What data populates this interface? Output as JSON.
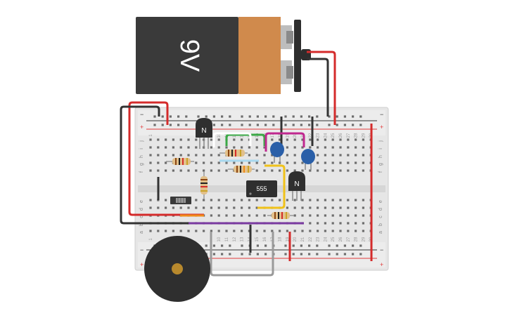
{
  "battery": {
    "label": "9V",
    "body_color": "#3a3a3a",
    "cap_color": "#d08a4c"
  },
  "breadboard": {
    "body_color": "#e9e9e9",
    "power_plus_color": "#e03a3a",
    "power_minus_color": "#333333",
    "rail_plus_symbol": "+",
    "rail_minus_symbol": "−",
    "row_letters_top": [
      "j",
      "i",
      "h",
      "g",
      "f"
    ],
    "row_letters_bottom": [
      "e",
      "d",
      "c",
      "b",
      "a"
    ],
    "column_numbers_top": [
      "1",
      "",
      "",
      "",
      "",
      "",
      "",
      "",
      "",
      "10",
      "11",
      "12",
      "13",
      "14",
      "15",
      "16",
      "17",
      "18",
      "19",
      "20",
      "21",
      "22",
      "23",
      "24",
      "25",
      "26",
      "27",
      "28",
      "29",
      "30"
    ],
    "column_numbers_bottom": [
      "1",
      "",
      "",
      "",
      "",
      "",
      "",
      "",
      "",
      "10",
      "11",
      "12",
      "13",
      "14",
      "15",
      "16",
      "17",
      "18",
      "19",
      "20",
      "21",
      "22",
      "23",
      "24",
      "25",
      "26",
      "27",
      "28",
      "29",
      "30"
    ]
  },
  "components": {
    "transistor_1_label": "N",
    "transistor_2_label": "N",
    "ic_label": "555",
    "buzzer_name": "piezo-buzzer",
    "capacitor_color": "#2a5fa8",
    "switch_name": "slide-switch"
  },
  "wires": {
    "red": "#d42b2b",
    "black": "#333333",
    "green": "#3aa845",
    "magenta": "#c0288f",
    "yellow": "#f0c21a",
    "orange": "#f08a1a",
    "purple": "#7a3aa0",
    "gray": "#9a9a9a",
    "white": "#ffffff",
    "lightblue": "#a8d8ef"
  }
}
